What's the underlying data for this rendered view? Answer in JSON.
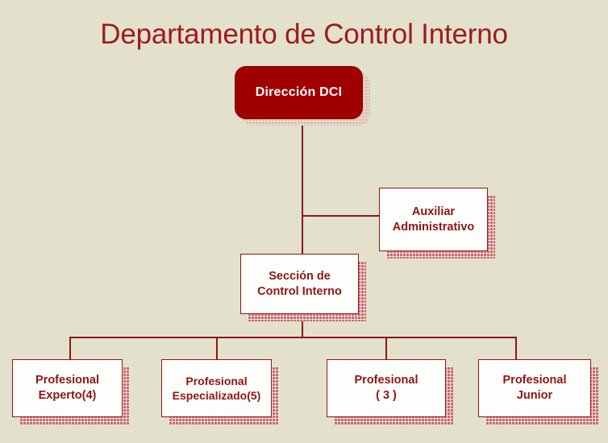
{
  "page": {
    "title": "Departamento de Control Interno",
    "background_color": "#E3E1CC",
    "title_color": "#9E1B1B",
    "accent_color": "#8E1616",
    "root_fill_color": "#A00000",
    "box_fill_color": "#FDFDFB",
    "shadow_color": "#C96A6A"
  },
  "org_chart": {
    "type": "organization-chart",
    "root": {
      "id": "direccion-dci",
      "label": "Dirección DCI",
      "style": "rounded-filled"
    },
    "nodes": [
      {
        "id": "auxiliar-administrativo",
        "label": "Auxiliar\nAdministrativo",
        "line1": "Auxiliar",
        "line2": "Administrativo",
        "parent": "direccion-dci",
        "relation": "staff",
        "style": "box"
      },
      {
        "id": "seccion-control-interno",
        "label": "Sección de\nControl Interno",
        "line1": "Sección de",
        "line2": "Control Interno",
        "parent": "direccion-dci",
        "relation": "line",
        "style": "box"
      },
      {
        "id": "profesional-experto",
        "label": "Profesional\nExperto(4)",
        "line1": "Profesional",
        "line2": "Experto(4)",
        "count": 4,
        "parent": "seccion-control-interno",
        "relation": "line",
        "style": "box"
      },
      {
        "id": "profesional-especializado",
        "label": "Profesional\nEspecializado(5)",
        "line1": "Profesional",
        "line2": "Especializado(5)",
        "count": 5,
        "parent": "seccion-control-interno",
        "relation": "line",
        "style": "box"
      },
      {
        "id": "profesional",
        "label": "Profesional\n( 3 )",
        "line1": "Profesional",
        "line2": "( 3 )",
        "count": 3,
        "parent": "seccion-control-interno",
        "relation": "line",
        "style": "box"
      },
      {
        "id": "profesional-junior",
        "label": "Profesional\nJunior",
        "line1": "Profesional",
        "line2": "Junior",
        "parent": "seccion-control-interno",
        "relation": "line",
        "style": "box"
      }
    ]
  }
}
